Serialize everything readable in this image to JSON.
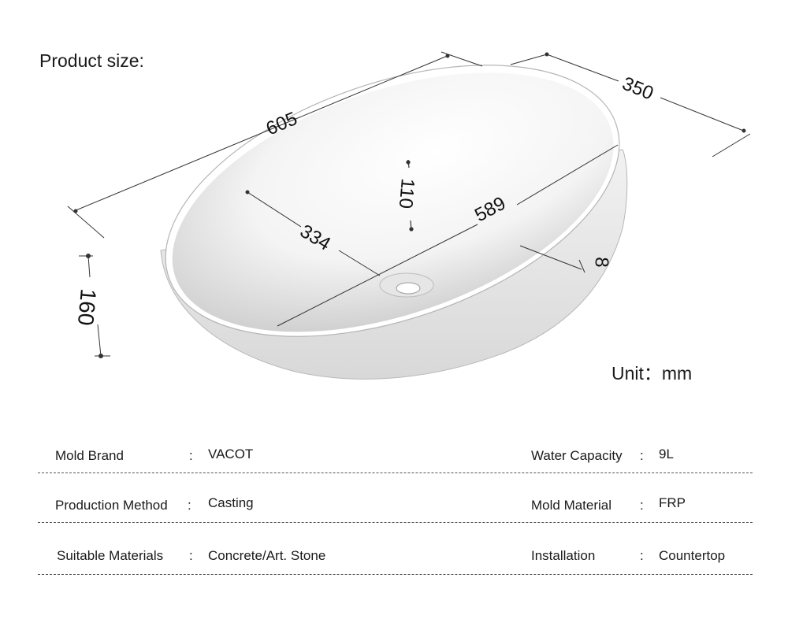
{
  "title": "Product size:",
  "unit": "Unit：mm",
  "dimensions": {
    "length": "605",
    "width": "350",
    "height": "160",
    "inner_length": "589",
    "inner_width": "334",
    "depth": "110",
    "rim": "8"
  },
  "specs": [
    {
      "label": "Mold Brand",
      "colon": ":",
      "value": "VACOT",
      "label2": "Water Capacity",
      "colon2": ":",
      "value2": "9L"
    },
    {
      "label": "Production Method",
      "colon": ":",
      "value": "Casting",
      "label2": "Mold Material",
      "colon2": ":",
      "value2": "FRP"
    },
    {
      "label": "Suitable Materials",
      "colon": ":",
      "value": "Concrete/Art. Stone",
      "label2": "Installation",
      "colon2": ":",
      "value2": "Countertop"
    }
  ]
}
